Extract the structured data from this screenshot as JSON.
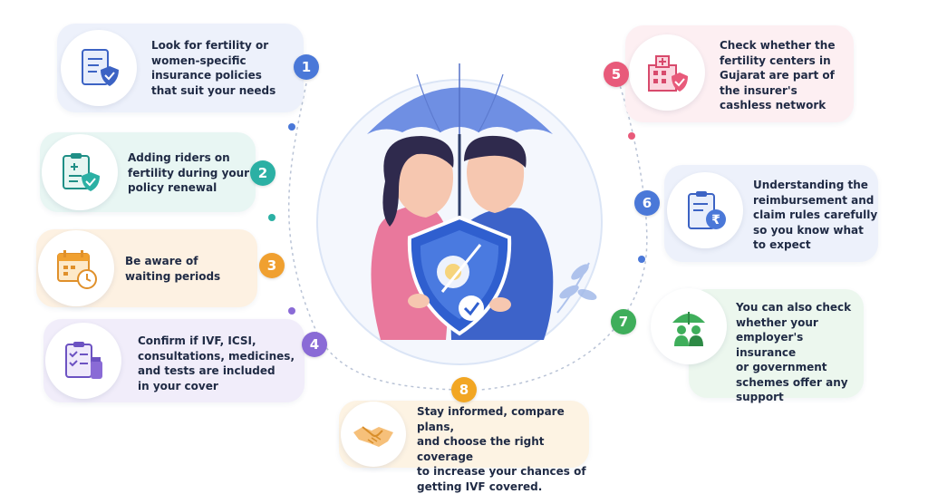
{
  "steps": [
    {
      "number": "1",
      "text": "Look for fertility or\nwomen-specific\ninsurance policies\nthat suit your needs",
      "color": "#4a78d8",
      "bg": "#edf1fb"
    },
    {
      "number": "2",
      "text": "Adding riders on\nfertility during your\npolicy renewal",
      "color": "#2bb0a4",
      "bg": "#e8f6f3"
    },
    {
      "number": "3",
      "text": "Be aware of\nwaiting periods",
      "color": "#f0a030",
      "bg": "#fdf1e2"
    },
    {
      "number": "4",
      "text": "Confirm if IVF, ICSI,\nconsultations, medicines,\nand tests are included\nin your cover",
      "color": "#8a6bd6",
      "bg": "#f1edfa"
    },
    {
      "number": "5",
      "text": "Check whether the\nfertility centers in\nGujarat are part of\nthe insurer's\ncashless network",
      "color": "#e85a7a",
      "bg": "#fdeff2"
    },
    {
      "number": "6",
      "text": "Understanding the\nreimbursement and\nclaim rules carefully\nso you know what\nto expect",
      "color": "#4a78d8",
      "bg": "#edf1fb"
    },
    {
      "number": "7",
      "text": "You can also check\nwhether your\nemployer's insurance\nor government\nschemes offer any\nsupport",
      "color": "#3fae5b",
      "bg": "#ecf7ee"
    },
    {
      "number": "8",
      "text": "Stay informed, compare plans,\nand choose the right coverage\nto increase your chances of\ngetting IVF covered.",
      "color": "#f2a623",
      "bg": "#fdf3e3"
    }
  ],
  "icons": [
    "shield-document-icon",
    "medical-checklist-icon",
    "calendar-clock-icon",
    "checklist-medicine-icon",
    "hospital-building-icon",
    "rupee-document-icon",
    "family-umbrella-icon",
    "handshake-icon"
  ]
}
